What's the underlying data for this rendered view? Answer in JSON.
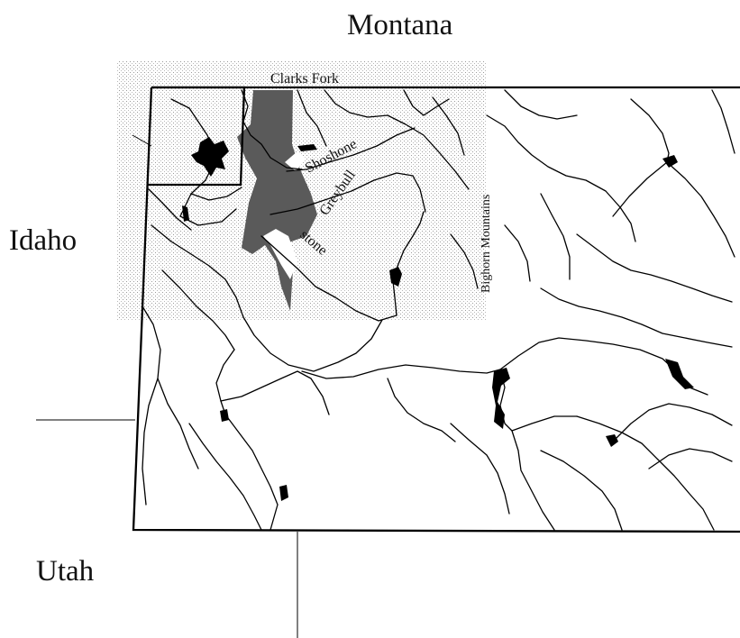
{
  "map": {
    "labels": {
      "montana": "Montana",
      "idaho": "Idaho",
      "utah": "Utah",
      "clarks_fork": "Clarks Fork",
      "shoshone": "Shoshone",
      "greybull": "Greybull",
      "stone": "stone",
      "bighorn_mountains": "Bighorn Mountains"
    },
    "colors": {
      "stipple": "#d8d8d8",
      "dark_region": "#5a5a5a",
      "lakes": "#000000",
      "rivers": "#000000",
      "border": "#000000"
    }
  }
}
